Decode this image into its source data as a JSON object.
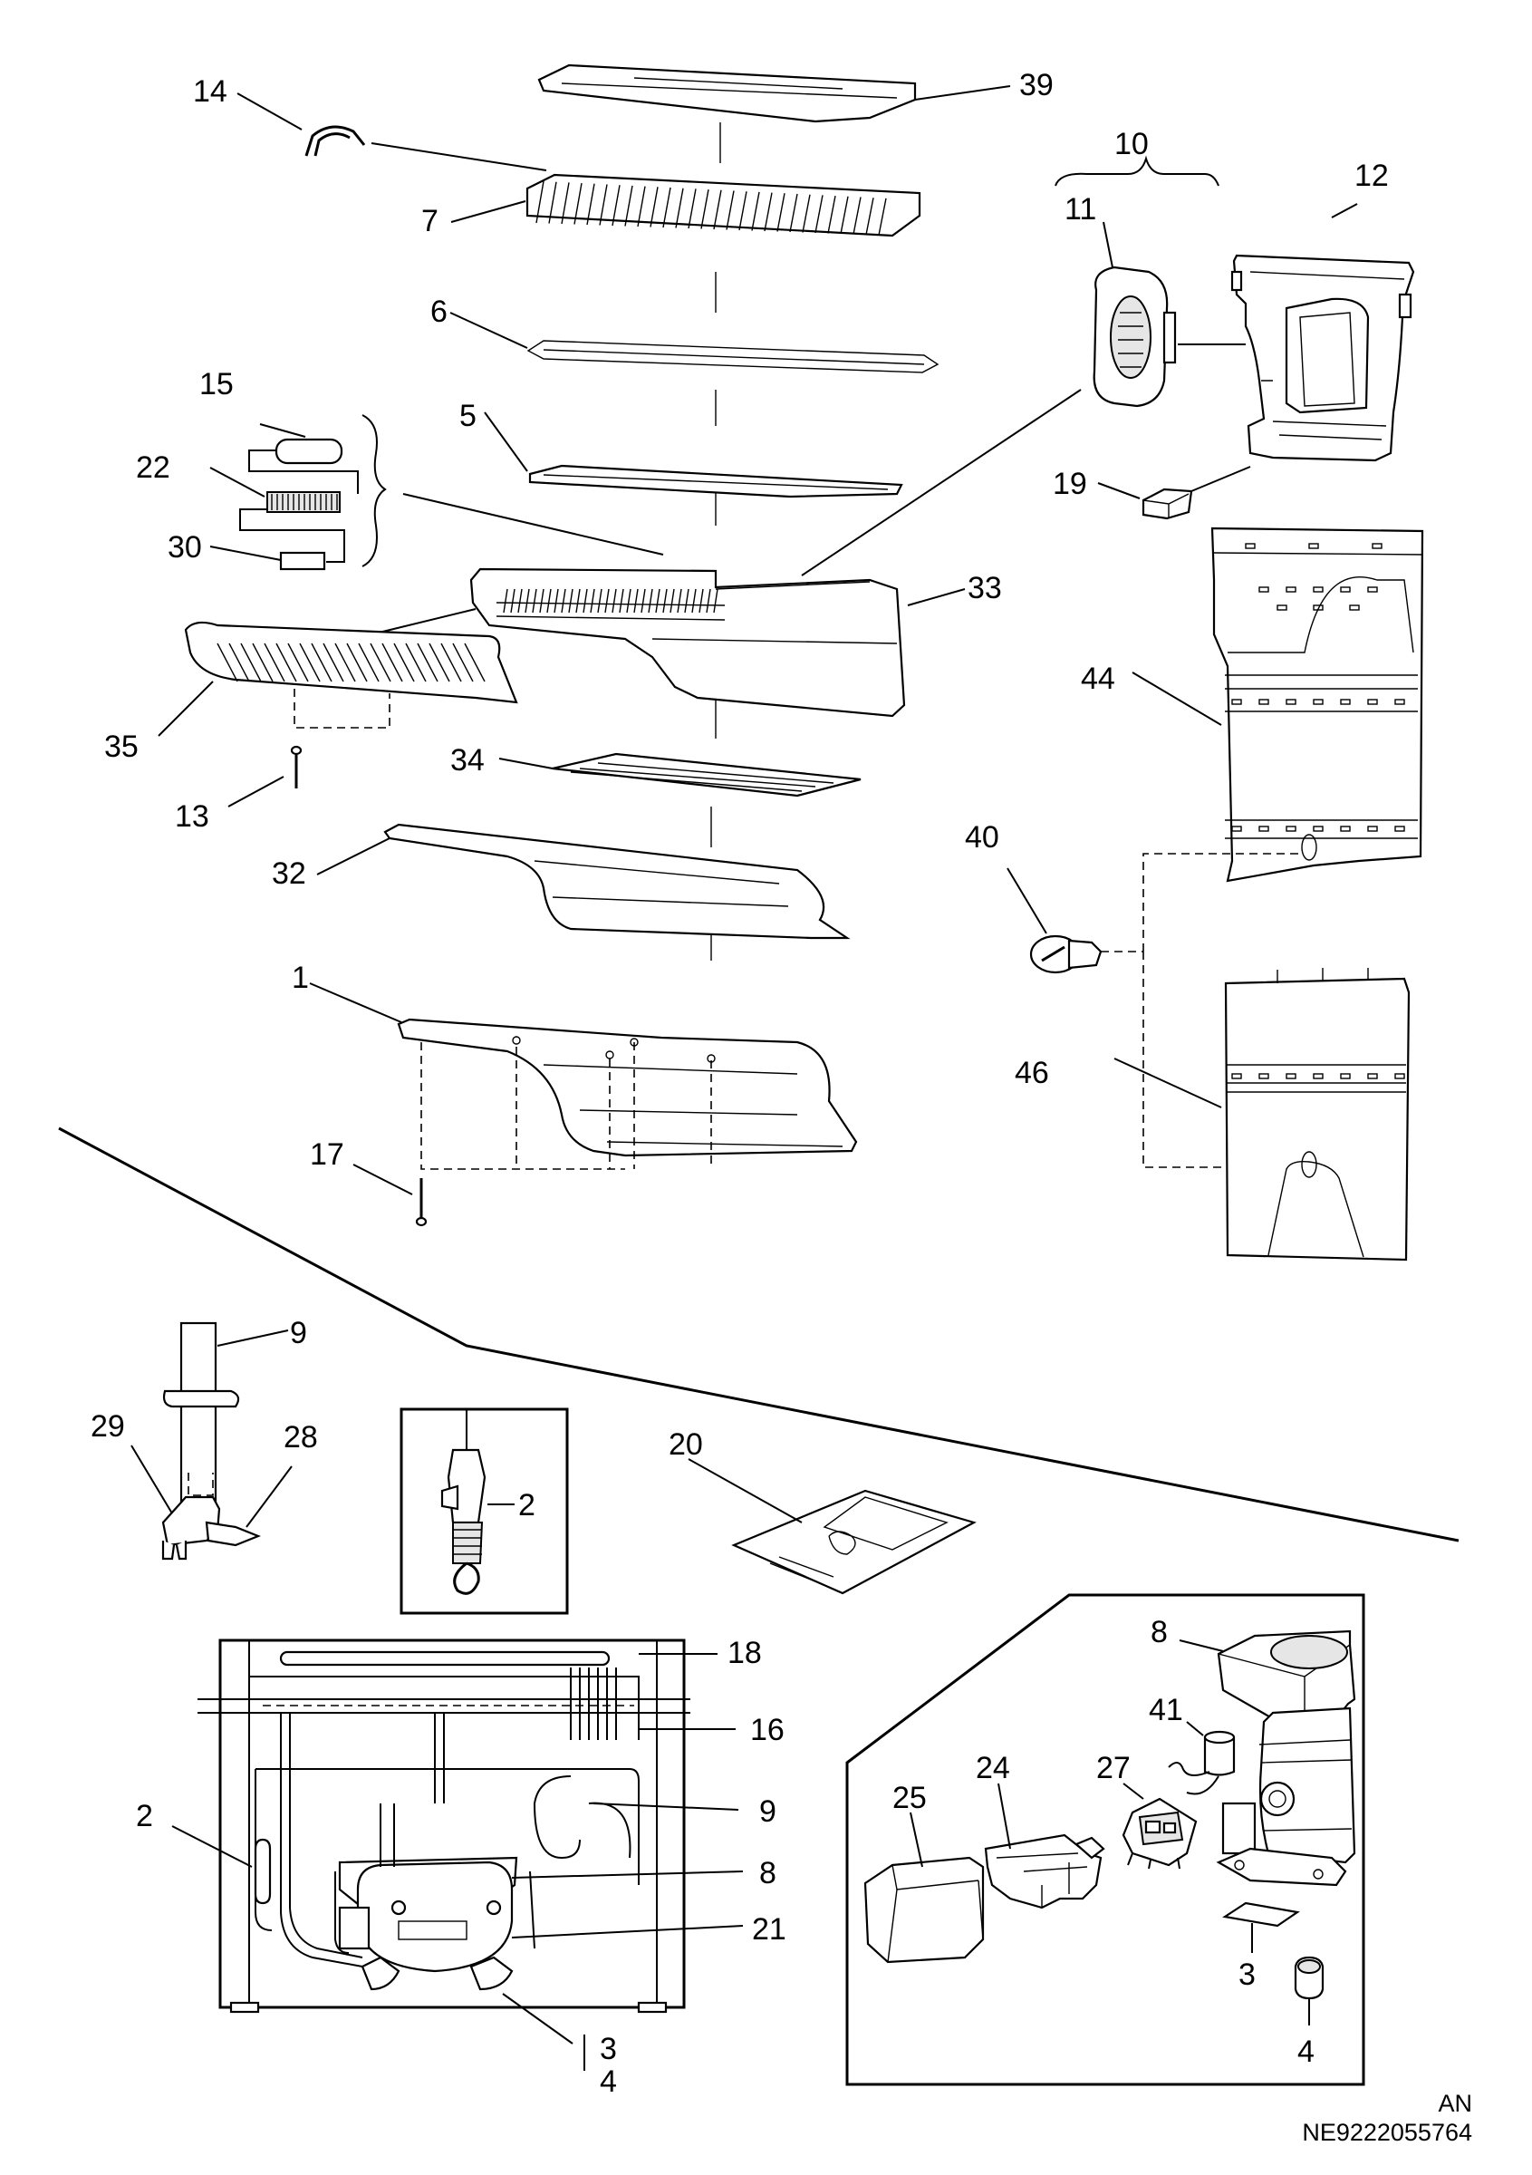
{
  "callouts": {
    "c1": "1",
    "c2a": "2",
    "c2b": "2",
    "c3a": "3",
    "c3b": "3",
    "c4a": "4",
    "c4b": "4",
    "c5": "5",
    "c6": "6",
    "c7": "7",
    "c8a": "8",
    "c8b": "8",
    "c9a": "9",
    "c9b": "9",
    "c10": "10",
    "c11": "11",
    "c12": "12",
    "c13": "13",
    "c14": "14",
    "c15": "15",
    "c16": "16",
    "c17": "17",
    "c18": "18",
    "c19": "19",
    "c20": "20",
    "c21": "21",
    "c22": "22",
    "c24": "24",
    "c25": "25",
    "c27": "27",
    "c28": "28",
    "c29": "29",
    "c30": "30",
    "c32": "32",
    "c33": "33",
    "c34": "34",
    "c35": "35",
    "c39": "39",
    "c40": "40",
    "c41": "41",
    "c44": "44",
    "c46": "46"
  },
  "footer": {
    "region": "AN",
    "drawing_id": "NE9222055764"
  }
}
